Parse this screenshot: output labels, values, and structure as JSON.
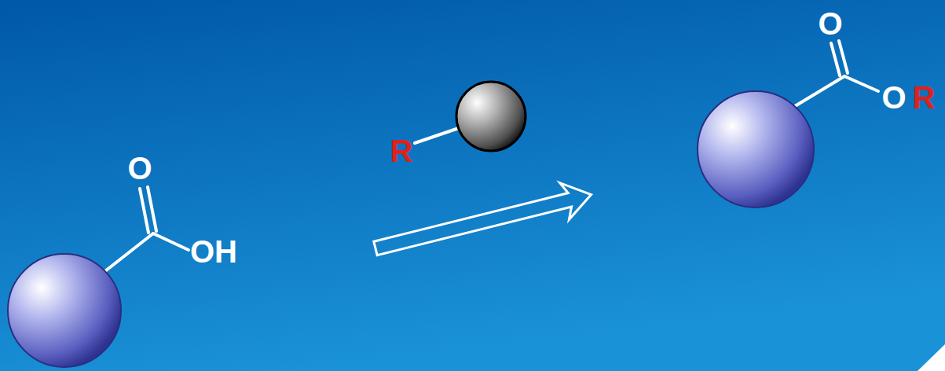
{
  "diagram": {
    "labels": [
      "O",
      "OH",
      "R",
      "O",
      "O",
      "R"
    ]
  }
}
